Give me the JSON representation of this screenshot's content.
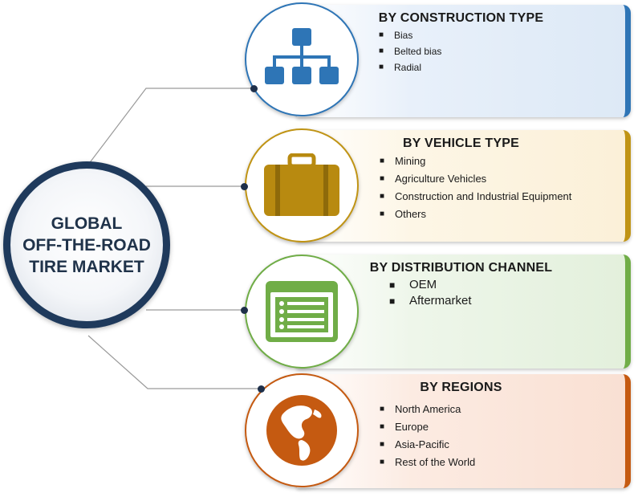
{
  "center": {
    "title": "GLOBAL\nOFF-THE-ROAD\nTIRE MARKET"
  },
  "segments": [
    {
      "title": "BY CONSTRUCTION TYPE",
      "items": [
        "Bias",
        "Belted bias",
        "Radial"
      ],
      "icon": "hierarchy-icon",
      "color": "#2e75b6",
      "bg": "#e8f0fa"
    },
    {
      "title": "BY VEHICLE TYPE",
      "items": [
        "Mining",
        "Agriculture Vehicles",
        "Construction and Industrial Equipment",
        "Others"
      ],
      "icon": "briefcase-icon",
      "color": "#c09415",
      "bg": "#fdf6e6"
    },
    {
      "title": "BY DISTRIBUTION CHANNEL",
      "items": [
        "OEM",
        "Aftermarket"
      ],
      "icon": "list-window-icon",
      "color": "#70ad47",
      "bg": "#eef6ea"
    },
    {
      "title": "BY REGIONS",
      "items": [
        "North America",
        "Europe",
        "Asia-Pacific",
        "Rest of the World"
      ],
      "icon": "globe-icon",
      "color": "#c55a11",
      "bg": "#fcebe2"
    }
  ]
}
